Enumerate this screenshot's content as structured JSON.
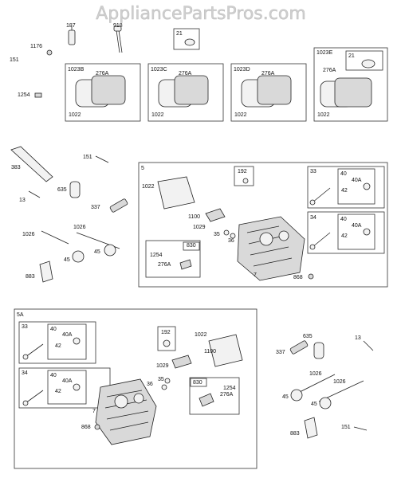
{
  "watermark": "AppliancePartsPros.com",
  "top_row": {
    "loose": [
      "187",
      "918",
      "151",
      "1176",
      "1254"
    ],
    "box_21": "21",
    "covers": [
      {
        "box": "1023B",
        "gasket_part": "276A",
        "gasket": "1022"
      },
      {
        "box": "1023C",
        "gasket_part": "276A",
        "gasket": "1022"
      },
      {
        "box": "1023D",
        "gasket_part": "276A",
        "gasket": "1022"
      },
      {
        "box": "1023E",
        "gasket_part": "276A",
        "gasket": "1022",
        "inner": "21"
      }
    ]
  },
  "left_loose": [
    "383",
    "151",
    "635",
    "13",
    "337",
    "1026",
    "1026",
    "45",
    "45",
    "883"
  ],
  "section_5": {
    "label": "5",
    "parts": [
      "1022",
      "192",
      "1100",
      "1029",
      "35",
      "36",
      "7",
      "868"
    ],
    "box_830": {
      "label": "830",
      "parts": [
        "1254",
        "276A"
      ]
    },
    "box_33": {
      "label": "33",
      "inner": "40",
      "parts": [
        "40A",
        "42"
      ]
    },
    "box_34": {
      "label": "34",
      "inner": "40",
      "parts": [
        "40A",
        "42"
      ]
    }
  },
  "section_5a": {
    "label": "5A",
    "parts": [
      "192",
      "1022",
      "1100",
      "1029",
      "35",
      "36",
      "7",
      "868"
    ],
    "box_830": {
      "label": "830",
      "parts": [
        "1254",
        "276A"
      ]
    },
    "box_33": {
      "label": "33",
      "inner": "40",
      "parts": [
        "40A",
        "42"
      ]
    },
    "box_34": {
      "label": "34",
      "inner": "40",
      "parts": [
        "40A",
        "42"
      ]
    }
  },
  "right_loose": [
    "635",
    "13",
    "337",
    "1026",
    "1026",
    "45",
    "45",
    "883",
    "151"
  ]
}
